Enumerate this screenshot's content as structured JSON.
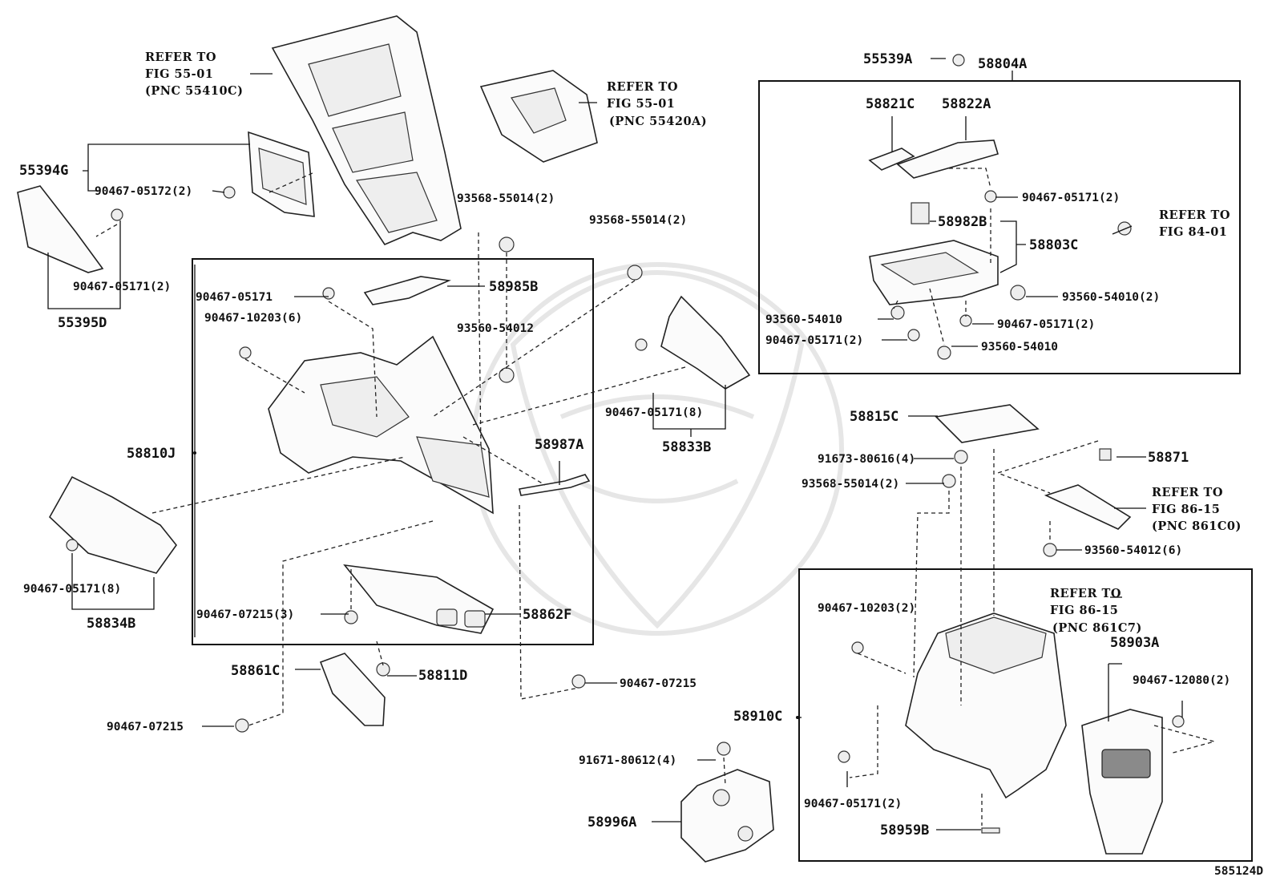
{
  "diagram_id": "585124D",
  "callouts": {
    "c55394G": "55394G",
    "c90467_05172": "90467-05172(2)",
    "c90467_05171_55395": "90467-05171(2)",
    "c55395D": "55395D",
    "ref_55410C_1": "REFER TO",
    "ref_55410C_2": "FIG 55-01",
    "ref_55410C_3": "(PNC 55410C)",
    "ref_55420A_1": "REFER TO",
    "ref_55420A_2": "FIG 55-01",
    "ref_55420A_3": "(PNC 55420A)",
    "c93568_a": "93568-55014(2)",
    "c93568_b": "93568-55014(2)",
    "c90467_05171_single": "90467-05171",
    "c90467_10203_6": "90467-10203(6)",
    "c58985B": "58985B",
    "c93560_54012": "93560-54012",
    "c58810J": "58810J",
    "c58987A": "58987A",
    "c90467_05171_8a": "90467-05171(8)",
    "c58833B": "58833B",
    "c90467_05171_8b": "90467-05171(8)",
    "c58834B": "58834B",
    "c90467_07215_3": "90467-07215(3)",
    "c58862F": "58862F",
    "c58861C": "58861C",
    "c58811D": "58811D",
    "c90467_07215_a": "90467-07215",
    "c90467_07215_b": "90467-07215",
    "c91671": "91671-80612(4)",
    "c58996A": "58996A",
    "c55539A": "55539A",
    "c58804A": "58804A",
    "c58821C": "58821C",
    "c58822A": "58822A",
    "c90467_05171_box1": "90467-05171(2)",
    "c58982B": "58982B",
    "ref_840_1": "REFER TO",
    "ref_840_2": "FIG 84-01",
    "c58803C": "58803C",
    "c93560_54010_2": "93560-54010(2)",
    "c93560_54010_l": "93560-54010",
    "c90467_05171_box2": "90467-05171(2)",
    "c90467_05171_box3": "90467-05171(2)",
    "c93560_54010_b": "93560-54010",
    "c58815C": "58815C",
    "c91673": "91673-80616(4)",
    "c93568_c": "93568-55014(2)",
    "c58871": "58871",
    "ref_861C0_1": "REFER TO",
    "ref_861C0_2": "FIG 86-15",
    "ref_861C0_3": "(PNC 861C0)",
    "c93560_54012_6": "93560-54012(6)",
    "c90467_10203_2": "90467-10203(2)",
    "ref_861C7_1": "REFER TO",
    "ref_861C7_2": "FIG 86-15",
    "ref_861C7_3": "(PNC 861C7)",
    "c58903A": "58903A",
    "c90467_12080": "90467-12080(2)",
    "c58910C": "58910C",
    "c90467_05171_lower": "90467-05171(2)",
    "c58959B": "58959B"
  }
}
